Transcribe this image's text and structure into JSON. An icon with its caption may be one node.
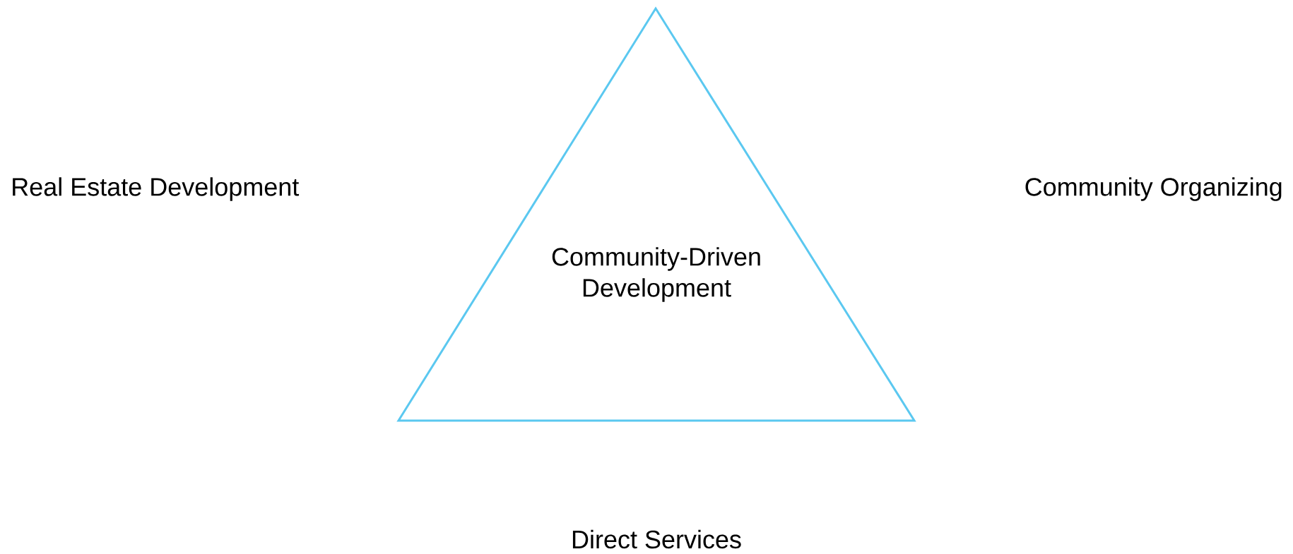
{
  "diagram": {
    "nodes": [
      {
        "text": [
          "Community-Driven Development"
        ]
      }
    ],
    "labels": [
      "Real Estate Development",
      "Community Organizing",
      "Direct Services"
    ]
  }
}
